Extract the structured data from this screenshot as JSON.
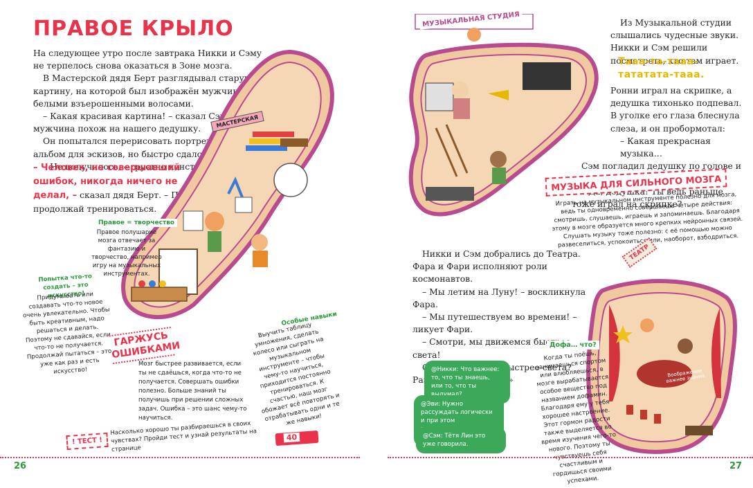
{
  "left_page": {
    "title": "ПРАВОЕ КРЫЛО",
    "paragraphs": [
      "На следующее утро после завтрака Никки и Сэму не терпелось снова оказаться в Зоне мозга.",
      "В Мастерской дядя Берт разглядывал старую картину, на которой был изображён мужчина с белыми взъерошенными волосами.",
      "– Какая красивая картина! – сказал Сэм. – Этот мужчина похож на нашего дедушку.",
      "Он попытался перерисовать портрет в свой альбом для эскизов, но быстро сдался.",
      "– Не получилось, – грустно констатировал Сэм."
    ],
    "quote": "– Человек, не совершавший ошибок, никогда ничего не делал, –",
    "quote_after": " сказал дядя Берт. – Просто продолжай тренироваться.",
    "workshop_label": "МАСТЕРСКАЯ",
    "right_creativity_tag": "Правое = творчество",
    "right_creativity_text": "Правое полушарие мозга отвечает за фантазию и творчество, например игру на музыкальных инструментах.",
    "try_tag": "Попытка что-то создать – это искусство!",
    "try_text": "Придумывать или создавать что-то новое очень увлекательно. Чтобы быть креативным, надо решаться и делать. Поэтому не сдавайся, если что-то не получается. Продолжай пытаться – это уже как раз и есть искусство!",
    "proud_title": "ГАРЖУСЬ ОШИБКАМИ",
    "proud_text": "Мозг быстрее развивается, если ты не сдаёшься, когда что-то не получается. Совершать ошибки полезно. Больше знаний ты получишь при решении сложных задач. Ошибка – это шанс чему-то научиться.",
    "skills_tag": "Особые навыки",
    "skills_text": "Выучить таблицу умножения, сделать колесо или сыграть на музыкальном инструменте – чтобы чему-то научиться, приходится постоянно тренироваться. К счастью, наш мозг обожает всё повторять и отрабатывать одни и те же навыки!",
    "test_label": "! ТЕСТ !",
    "test_text": "Насколько хорошо ты разбираешься в своих чувствах? Пройди тест и узнай результаты на странице",
    "test_page": "40",
    "page_number": "26"
  },
  "right_page": {
    "studio_banner": "МУЗЫКАЛЬНАЯ СТУДИЯ",
    "paragraphs_top": [
      "Из Музыкальной студии слышались чудесные звуки. Никки и Сэм решили посмотреть, кто там играет."
    ],
    "sound_line1": "Тааа-та-тааа-",
    "sound_line2": "тататата-тааа.",
    "paragraphs_mid": [
      "Ронни играл на скрипке, а дедушка тихонько подпевал. В уголке его глаза блеснула слеза, и он пробормотал:",
      "– Какая прекрасная музыка…",
      "Сэм погладил дедушку по голове и сказал:",
      "– Да, дедушка! Ты ведь раньше тоже играл на скрипке?"
    ],
    "music_title": "МУЗЫКА ДЛЯ СИЛЬНОГО МОЗГА",
    "music_text": "Играть на музыкальном инструменте полезно для мозга, ведь ты одновременно совершаешь четыре действия: смотришь, слушаешь, играешь и запоминаешь. Благодаря этому в мозге образуется много крепких нейронных связей. Слушать музыку тоже полезно: с её помощью можно развеселиться, успокоиться или, наоборот, взбодриться.",
    "theatre_paragraphs": [
      "Никки и Сэм добрались до Театра. Фара и Фари исполняют роли космонавтов.",
      "– Мы летим на Луну! – воскликнула Фара.",
      "– Мы путешествуем во времени! – ликует Фари.",
      "– Смотри, мы движемся быстрее света!",
      "Сэм задумался: «Быстрее света? Разве это возможно?»"
    ],
    "theatre_sign": "ТЕАТР",
    "chat": [
      "@Никки: Что важнее: то, что ты знаешь, или то, что ты выдумал?",
      "@Эви: Нужно рассуждать логически и при этом использовать воображение.",
      "@Сэм: Тётя Лин это уже говорила."
    ],
    "dofa_tag": "Дофа… что?",
    "dofa_text": "Когда ты поёшь, занимаешься спортом или влюбляешься, в мозге вырабатывается особое вещество под названием дофамин. Благодаря ему у тебя хорошее настроение. Этот гормон радости также выделяется во время изучения чего-то нового. Поэтому ты чувствуешь себя счастливым и гордишься своими успехами.",
    "stage_sign": "Воображение важнее знаний",
    "page_number": "27"
  },
  "colors": {
    "accent_red": "#e8334a",
    "green": "#3ca95a",
    "yellow": "#e6b800",
    "brain_tan": "#f1c9a0",
    "brain_border": "#b84b8e"
  }
}
